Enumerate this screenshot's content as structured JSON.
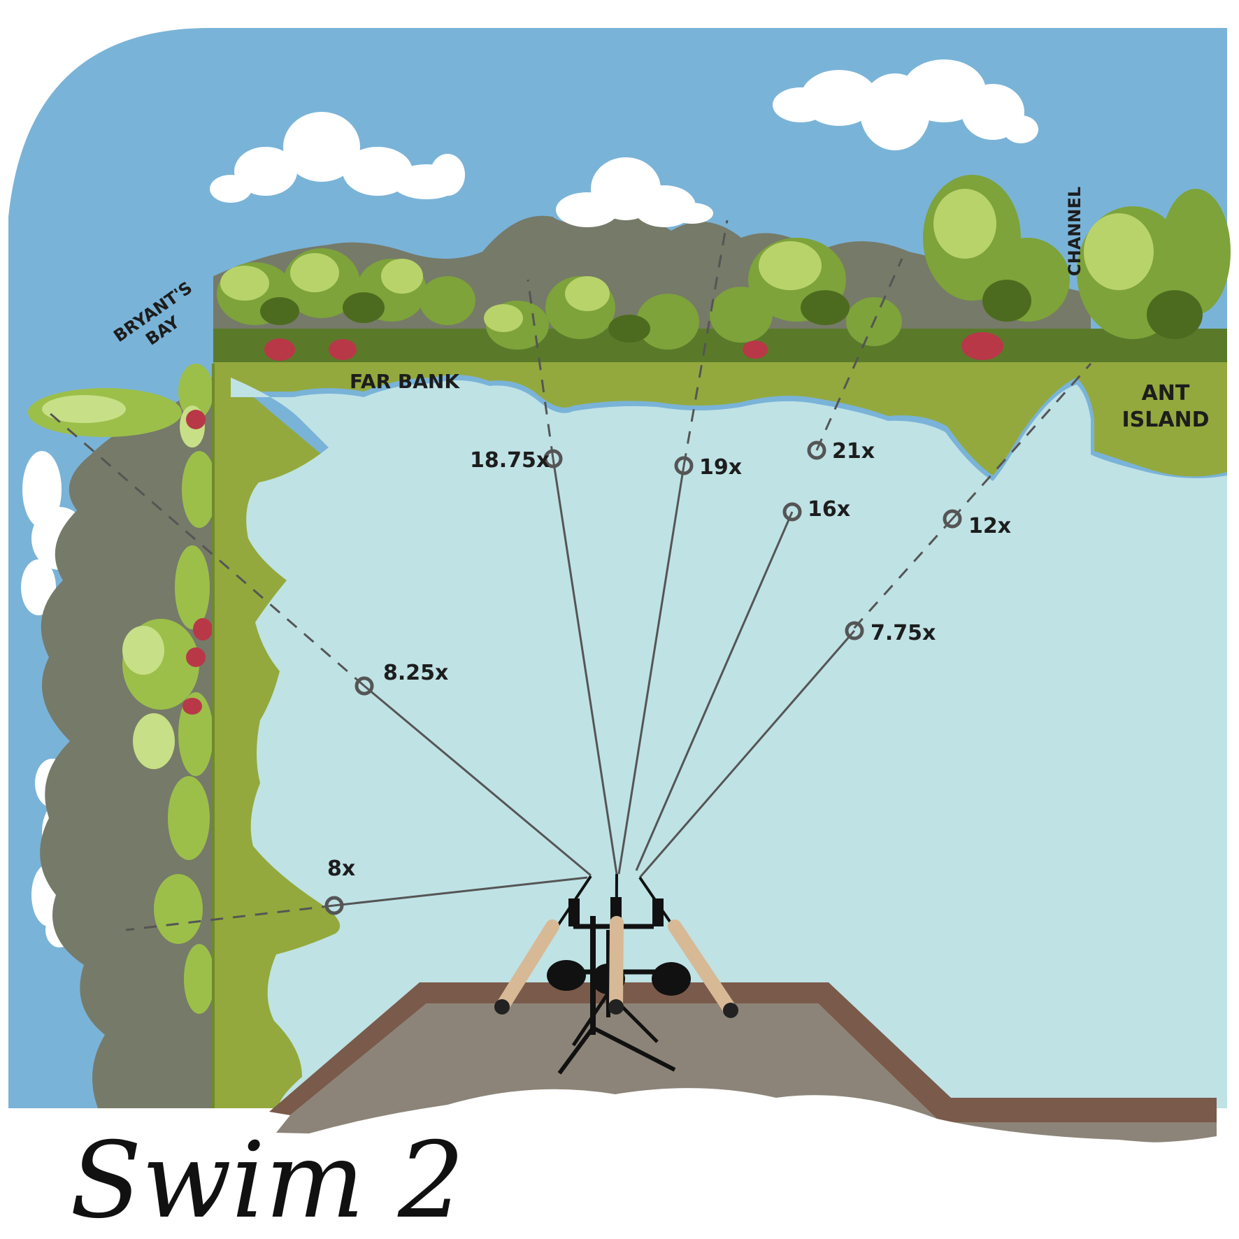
{
  "title": "Swim 2",
  "places": {
    "far_bank": "FAR BANK",
    "bryants_bay_1": "BRYANT'S",
    "bryants_bay_2": "BAY",
    "channel": "CHANNEL",
    "ant_island_1": "ANT",
    "ant_island_2": "ISLAND"
  },
  "spots": [
    {
      "id": "spot-18-75",
      "label": "18.75x"
    },
    {
      "id": "spot-19",
      "label": "19x"
    },
    {
      "id": "spot-21",
      "label": "21x"
    },
    {
      "id": "spot-16",
      "label": "16x"
    },
    {
      "id": "spot-12",
      "label": "12x"
    },
    {
      "id": "spot-7-75",
      "label": "7.75x"
    },
    {
      "id": "spot-8-25",
      "label": "8.25x"
    },
    {
      "id": "spot-8",
      "label": "8x"
    }
  ],
  "colors": {
    "sky": "#7ab3d8",
    "water": "#bfe2e5",
    "bank_green": "#93a93d",
    "hills": "#767a68",
    "platform": "#8c8478",
    "platform_edge": "#7a5a4a",
    "cloud": "#ffffff",
    "marker": "#555555"
  }
}
